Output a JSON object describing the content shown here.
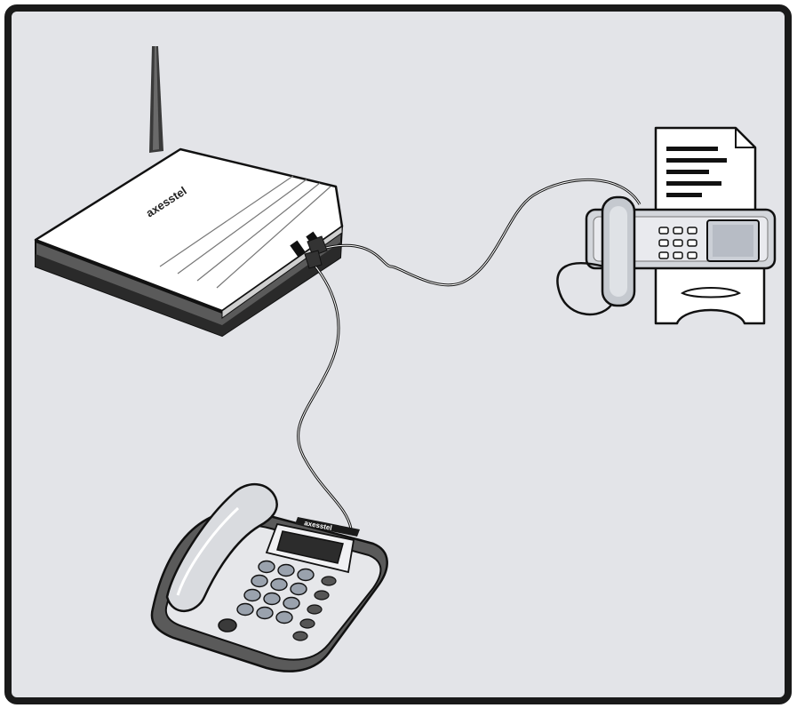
{
  "diagram": {
    "background_color": "#e3e4e8",
    "border_color": "#1a1a1a",
    "devices": {
      "router": {
        "brand_label": "axesstel",
        "icon": "wireless-router-icon"
      },
      "fax": {
        "icon": "fax-machine-icon"
      },
      "phone": {
        "brand_label": "axesstel",
        "icon": "desk-phone-icon"
      }
    },
    "connections": [
      {
        "from": "router",
        "to": "fax"
      },
      {
        "from": "router",
        "to": "phone"
      }
    ]
  }
}
